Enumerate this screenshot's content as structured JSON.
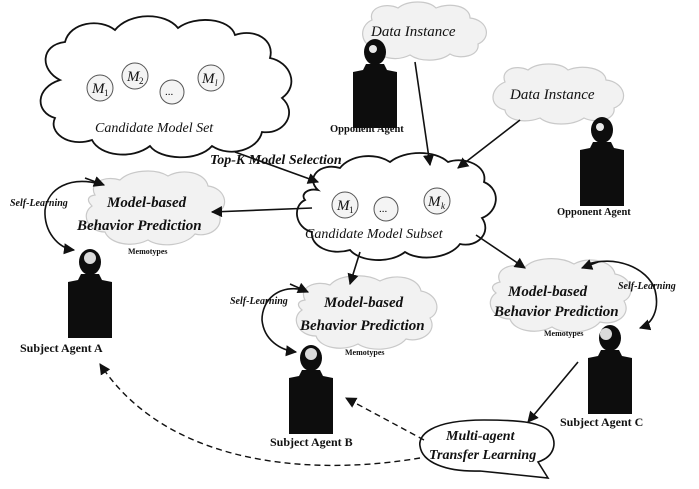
{
  "candidate_model_set": {
    "label": "Candidate Model Set",
    "models": [
      "M",
      "M",
      "...",
      "M"
    ],
    "subscripts": [
      "1",
      "2",
      "",
      "l"
    ]
  },
  "top_k_selection": "Top-K Model Selection",
  "candidate_model_subset": {
    "label": "Candidate Model Subset",
    "models": [
      "M",
      "...",
      "M"
    ],
    "subscripts": [
      "1",
      "",
      "k"
    ]
  },
  "data_instance_1": "Data Instance",
  "data_instance_2": "Data Instance",
  "opponent_agent_1": "Opponent Agent",
  "opponent_agent_2": "Opponent Agent",
  "prediction_a": {
    "line1": "Model-based",
    "line2": "Behavior Prediction",
    "memotypes": "Memotypes",
    "self_learning": "Self-Learning"
  },
  "prediction_b": {
    "line1": "Model-based",
    "line2": "Behavior Prediction",
    "memotypes": "Memotypes",
    "self_learning": "Self-Learning"
  },
  "prediction_c": {
    "line1": "Model-based",
    "line2": "Behavior Prediction",
    "memotypes": "Memotypes",
    "self_learning": "Self-Learning"
  },
  "subject_agent_a": "Subject Agent A",
  "subject_agent_b": "Subject Agent B",
  "subject_agent_c": "Subject Agent C",
  "transfer": {
    "line1": "Multi-agent",
    "line2": "Transfer Learning"
  }
}
